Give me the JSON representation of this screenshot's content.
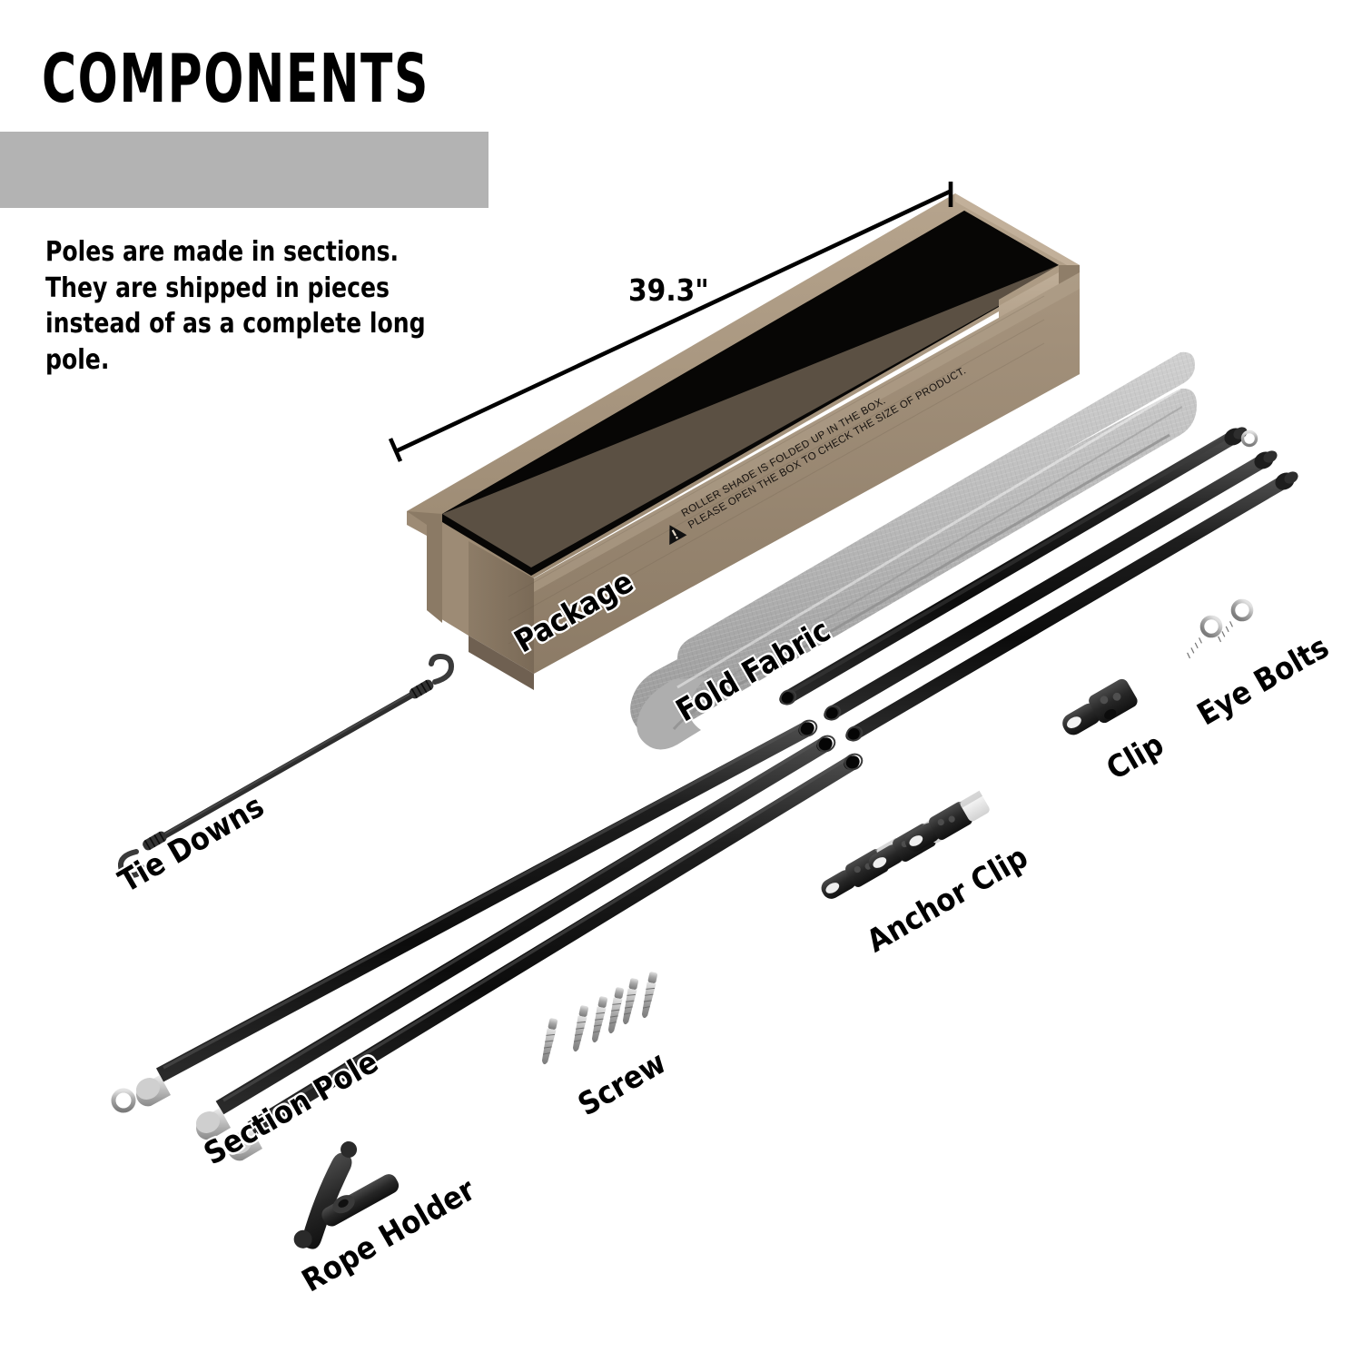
{
  "header": {
    "title": "COMPONENTS",
    "bar_color": "#b3b3b3",
    "intro": "Poles are made in sections. They are shipped in pieces instead of as a complete long pole."
  },
  "dimension": {
    "value": "39.3\"",
    "applies_to": "package-length"
  },
  "package": {
    "label": "Package",
    "carton_color": "#9c8b76",
    "printed_warning_line1": "ROLLER SHADE IS FOLDED UP IN THE BOX.",
    "printed_warning_line2": "PLEASE OPEN THE BOX TO CHECK THE SIZE OF PRODUCT.",
    "warning_icon": "warning-triangle-icon"
  },
  "components": [
    {
      "key": "fold-fabric",
      "label": "Fold Fabric",
      "color": "#b2b2b2",
      "count": 1
    },
    {
      "key": "tie-downs",
      "label": "Tie Downs",
      "color": "#2b2b2b",
      "count": 1
    },
    {
      "key": "section-pole",
      "label": "Section  Pole",
      "color": "#1a1a1a",
      "count": 3
    },
    {
      "key": "rope-holder",
      "label": "Rope Holder",
      "color": "#1a1a1a",
      "count": 1
    },
    {
      "key": "screw",
      "label": "Screw",
      "color": "#9a9a9a",
      "count": 6
    },
    {
      "key": "anchor-clip",
      "label": "Anchor Clip",
      "color": "#2a2a2a",
      "count": 3
    },
    {
      "key": "clip",
      "label": "Clip",
      "color": "#3a3a3a",
      "count": 1
    },
    {
      "key": "eye-bolts",
      "label": "Eye Bolts",
      "color": "#8d8d8d",
      "count": 2
    }
  ],
  "labels": {
    "package": "Package",
    "fold_fabric": "Fold Fabric",
    "tie_downs": "Tie Downs",
    "section_pole": "Section  Pole",
    "rope_holder": "Rope Holder",
    "screw": "Screw",
    "anchor_clip": "Anchor Clip",
    "clip": "Clip",
    "eye_bolts": "Eye Bolts"
  },
  "colors": {
    "background": "#ffffff",
    "text": "#000000",
    "header_bar": "#b3b3b3",
    "carton": "#9c8b76",
    "carton_dark": "#7d6e5c",
    "carton_light": "#b6a48d",
    "carton_inner": "#0c0a08",
    "fabric": "#b2b2b2",
    "pole": "#161616",
    "metal": "#9e9e9e"
  }
}
